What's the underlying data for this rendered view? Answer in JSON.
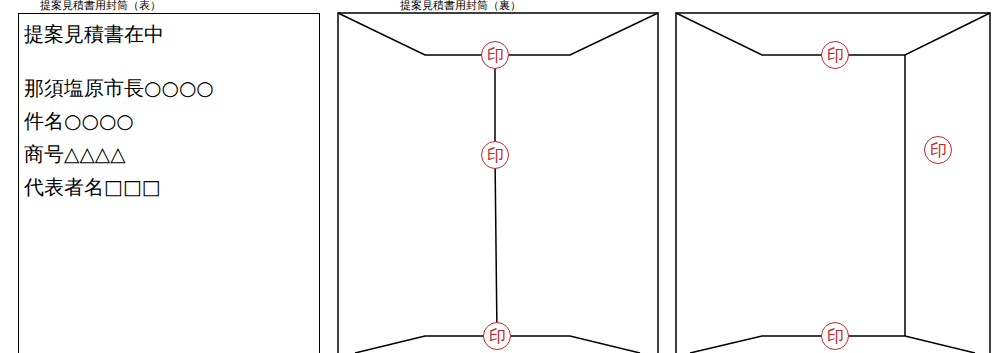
{
  "diagram": {
    "nodes": [
      {
        "text": [
          "提案見積書在中",
          "那須塩原市長○○○○",
          "件名○○○○",
          "商号△△△△",
          "代表者名□□□"
        ]
      }
    ],
    "labels": [
      "提案見積書用封筒（表）",
      "提案見積書用封筒（裏）",
      "印",
      "印",
      "印",
      "印",
      "印",
      "印"
    ]
  }
}
